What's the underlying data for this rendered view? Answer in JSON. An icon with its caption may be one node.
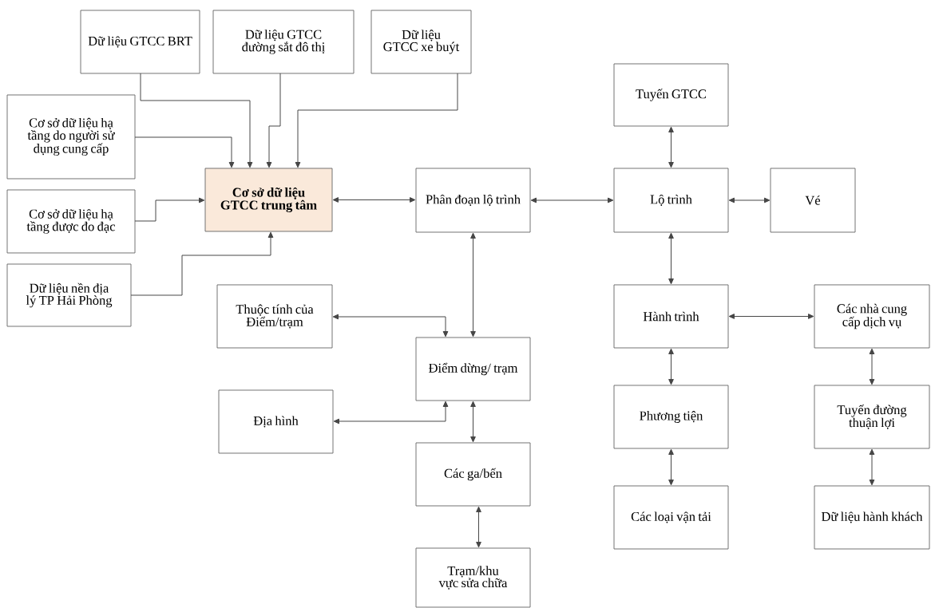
{
  "diagram": {
    "nodes": [
      {
        "text": [
          "Dữ liệu GTCC BRT"
        ]
      },
      {
        "text": [
          "Dữ liệu GTCC đường sắt đô thị"
        ]
      },
      {
        "text": [
          "Dữ liệu GTCC xe buýt"
        ]
      },
      {
        "text": [
          "Cơ sở dữ liệu hạ tầng do người sử dụng cung cấp"
        ]
      },
      {
        "text": [
          "Cơ sở dữ liệu hạ tầng được đo đạc"
        ]
      },
      {
        "text": [
          "Cơ sở dữ liệu GTCC trung tâm"
        ]
      },
      {
        "text": [
          "Dữ liệu nền địa lý TP Hải Phòng"
        ]
      },
      {
        "text": [
          "Phân đoạn lộ trình"
        ]
      },
      {
        "text": [
          "Tuyến  GTCC"
        ]
      },
      {
        "text": [
          "Lộ trình"
        ]
      },
      {
        "text": [
          "Vé"
        ]
      },
      {
        "text": [
          "Thuộc tính của Điểm/trạm"
        ]
      },
      {
        "text": [
          "Điểm dừng/ trạm"
        ]
      },
      {
        "text": [
          "Hành trình"
        ]
      },
      {
        "text": [
          "Các nhà cung cấp dịch vụ"
        ]
      },
      {
        "text": [
          "Địa hình"
        ]
      },
      {
        "text": [
          "Phương tiện"
        ]
      },
      {
        "text": [
          "Tuyến đường thuận lợi"
        ]
      },
      {
        "text": [
          "Các ga/bến"
        ]
      },
      {
        "text": [
          "Các loại vận tải"
        ]
      },
      {
        "text": [
          "Dữ liệu hành khách"
        ]
      },
      {
        "text": [
          "Trạm/khu vực sửa chữa"
        ]
      }
    ],
    "edges": [
      {
        "from": 0,
        "to": 5,
        "arrow": "to"
      },
      {
        "from": 1,
        "to": 5,
        "arrow": "to"
      },
      {
        "from": 2,
        "to": 5,
        "arrow": "to"
      },
      {
        "from": 3,
        "to": 5,
        "arrow": "to"
      },
      {
        "from": 4,
        "to": 5,
        "arrow": "to"
      },
      {
        "from": 6,
        "to": 5,
        "arrow": "to"
      },
      {
        "from": 5,
        "to": 7,
        "arrow": "both"
      },
      {
        "from": 7,
        "to": 9,
        "arrow": "both"
      },
      {
        "from": 8,
        "to": 9,
        "arrow": "both"
      },
      {
        "from": 9,
        "to": 10,
        "arrow": "both"
      },
      {
        "from": 7,
        "to": 12,
        "arrow": "both"
      },
      {
        "from": 9,
        "to": 13,
        "arrow": "both"
      },
      {
        "from": 11,
        "to": 12,
        "arrow": "both"
      },
      {
        "from": 13,
        "to": 14,
        "arrow": "both"
      },
      {
        "from": 15,
        "to": 12,
        "arrow": "both"
      },
      {
        "from": 12,
        "to": 18,
        "arrow": "both"
      },
      {
        "from": 13,
        "to": 16,
        "arrow": "both"
      },
      {
        "from": 14,
        "to": 17,
        "arrow": "both"
      },
      {
        "from": 18,
        "to": 21,
        "arrow": "both"
      },
      {
        "from": 16,
        "to": 19,
        "arrow": "both"
      },
      {
        "from": 17,
        "to": 20,
        "arrow": "both"
      }
    ]
  }
}
